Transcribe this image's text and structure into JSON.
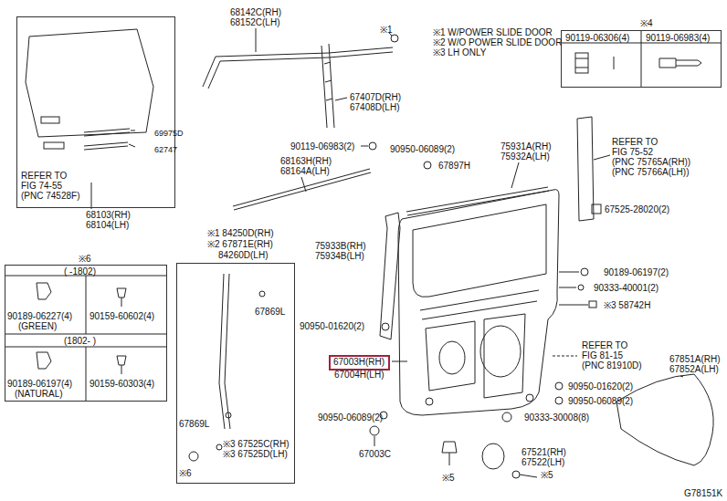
{
  "diagram": {
    "nodes": [
      {
        "text": [
          "69975D",
          "62747",
          "REFER TO",
          "FIG 74-55",
          "(PNC 74528F)"
        ]
      },
      {
        "text": [
          "※4",
          "90119-06306(4)",
          "90119-06983(4)"
        ]
      },
      {
        "text": [
          "※6",
          "( -1802)",
          "90189-06227(4)",
          "(GREEN)",
          "90159-60602(4)",
          "(1802- )",
          "90189-06197(4)",
          "(NATURAL)",
          "90159-60303(4)"
        ]
      },
      {
        "text": [
          "※1 84250D(RH)",
          "※2 67871E(RH)",
          "84260D(LH)",
          "67869L",
          "67869L",
          "※3 67525C(RH)",
          "※3 67525D(LH)",
          "※6"
        ]
      },
      {
        "text": [
          "67003H(RH)"
        ]
      }
    ],
    "labels": [
      "68142C(RH)",
      "68152C(LH)",
      "※1",
      "※1 W/POWER SLIDE DOOR",
      "※2 W/O POWER SLIDE DOOR",
      "※3 LH ONLY",
      "67407D(RH)",
      "67408D(LH)",
      "90119-06983(2)",
      "90950-06089(2)",
      "67897H",
      "75931A(RH)",
      "75932A(LH)",
      "68163H(RH)",
      "68164A(LH)",
      "REFER TO",
      "FIG 75-52",
      "(PNC 75765A(RH))",
      "(PNC 75766A(LH))",
      "67525-28020(2)",
      "75933B(RH)",
      "75934B(LH)",
      "90189-06197(2)",
      "90333-40001(2)",
      "※3 58742H",
      "90950-01620(2)",
      "67004H(LH)",
      "REFER TO",
      "FIG 81-15",
      "(PNC 81910D)",
      "67851A(RH)",
      "67852A(LH)",
      "90950-01620(2)",
      "90950-06089(2)",
      "90950-06089(2)",
      "90333-30008(8)",
      "67003C",
      "67521(RH)",
      "67522(LH)",
      "※5",
      "※5",
      "G78151K",
      "68103(RH)",
      "68104(LH)"
    ]
  }
}
